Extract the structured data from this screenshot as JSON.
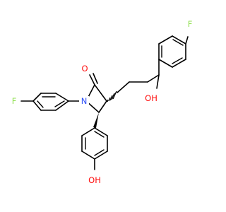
{
  "atoms": {
    "f_top_right": "F",
    "f_left": "F",
    "oxygen_carbonyl": "O",
    "nitrogen": "N",
    "hydroxyl_chain": "OH",
    "hydroxyl_bottom": "OH"
  },
  "colors": {
    "carbon_bond": "#000000",
    "oxygen": "#ff0d0d",
    "nitrogen": "#3050f8",
    "fluorine": "#90e050"
  }
}
